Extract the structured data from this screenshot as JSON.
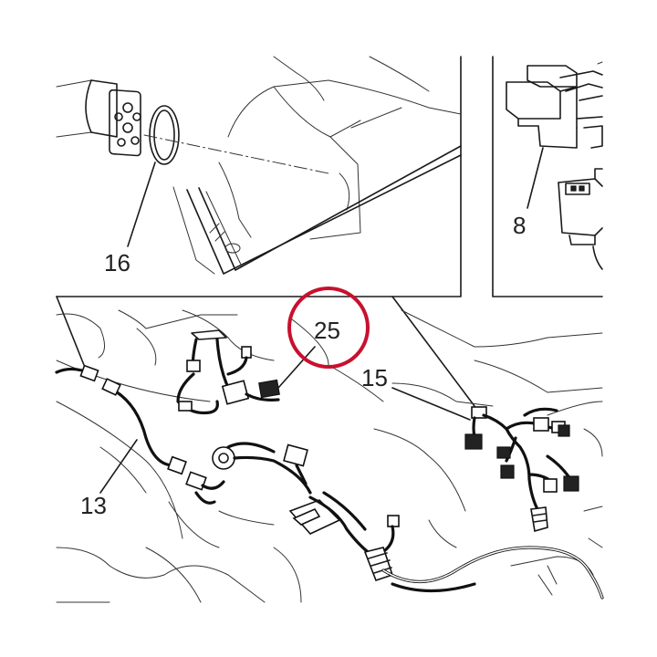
{
  "callouts": {
    "part_16": "16",
    "part_8": "8",
    "part_25": "25",
    "part_15": "15",
    "part_13": "13"
  },
  "colors": {
    "line": "#1a1a1a",
    "highlight_circle": "#c8102e",
    "background": "#ffffff"
  }
}
